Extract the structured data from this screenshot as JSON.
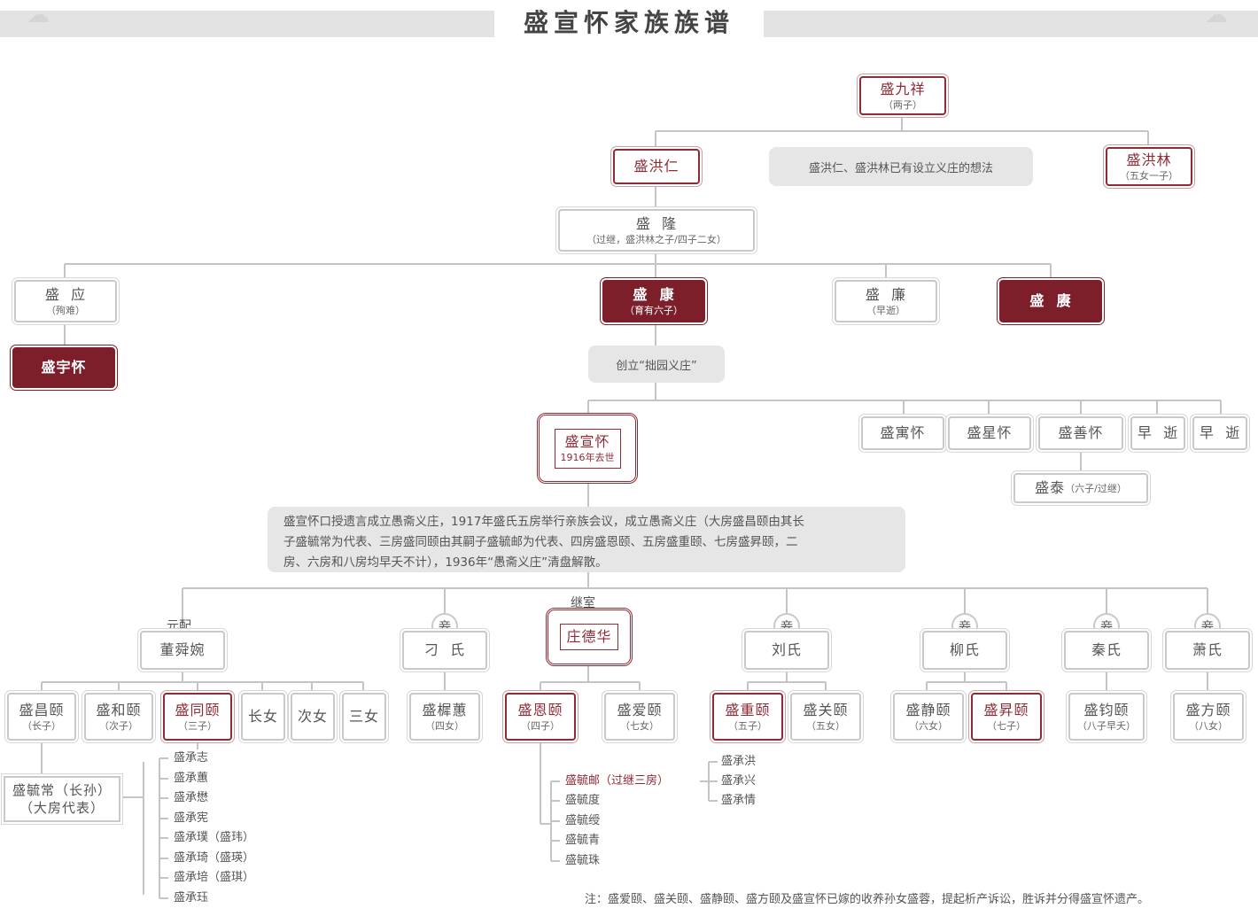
{
  "title": "盛宣怀家族族谱",
  "ancestor": {
    "name": "盛九祥",
    "note": "（两子）"
  },
  "gen2": {
    "left": {
      "name": "盛洪仁"
    },
    "right": {
      "name": "盛洪林",
      "note": "（五女一子）"
    },
    "note": "盛洪仁、盛洪林已有设立义庄的想法"
  },
  "gen3": {
    "name": "盛  隆",
    "note": "（过继，盛洪林之子/四子二女）"
  },
  "gen4": [
    {
      "name": "盛  应",
      "note": "（殉难）"
    },
    {
      "name": "盛  康",
      "note": "（育有六子）"
    },
    {
      "name": "盛  廉",
      "note": "（早逝）"
    },
    {
      "name": "盛  赓"
    }
  ],
  "yuhuai": {
    "name": "盛宇怀"
  },
  "kang_note": "创立“拙园义庄”",
  "xuanhuai": {
    "name": "盛宣怀",
    "note": "1916年去世"
  },
  "siblings": [
    {
      "name": "盛寓怀"
    },
    {
      "name": "盛星怀"
    },
    {
      "name": "盛善怀"
    },
    {
      "name": "早  逝"
    },
    {
      "name": "早  逝"
    }
  ],
  "shantai": {
    "name": "盛泰",
    "note": "（六子/过继）"
  },
  "big_note": {
    "line1": "盛宣怀口授遗言成立愚斋义庄，1917年盛氏五房举行亲族会议，成立愚斋义庄（大房盛昌颐由其长",
    "line2": "子盛毓常为代表、三房盛同颐由其嗣子盛毓邮为代表、四房盛恩颐、五房盛重颐、七房盛昇颐，二",
    "line3": "房、六房和八房均早夭不计），1936年“愚斋义庄”清盘解散。"
  },
  "wives": [
    {
      "title": "元配",
      "name": "董舜婉"
    },
    {
      "title": "妾",
      "name": "刁  氏"
    },
    {
      "title": "继室",
      "name": "庄德华"
    },
    {
      "title": "妾",
      "name": "刘氏"
    },
    {
      "title": "妾",
      "name": "柳氏"
    },
    {
      "title": "妾",
      "name": "秦氏"
    },
    {
      "title": "妾",
      "name": "萧氏"
    }
  ],
  "children": [
    {
      "name": "盛昌颐",
      "note": "（长子）"
    },
    {
      "name": "盛和颐",
      "note": "（次子）"
    },
    {
      "name": "盛同颐",
      "note": "（三子）"
    },
    {
      "name": "长女"
    },
    {
      "name": "次女"
    },
    {
      "name": "三女"
    },
    {
      "name": "盛樨蕙",
      "note": "（四女）"
    },
    {
      "name": "盛恩颐",
      "note": "（四子）"
    },
    {
      "name": "盛爱颐",
      "note": "（七女）"
    },
    {
      "name": "盛重颐",
      "note": "（五子）"
    },
    {
      "name": "盛关颐",
      "note": "（五女）"
    },
    {
      "name": "盛静颐",
      "note": "（六女）"
    },
    {
      "name": "盛昇颐",
      "note": "（七子）"
    },
    {
      "name": "盛钧颐",
      "note": "（八子早夭）"
    },
    {
      "name": "盛方颐",
      "note": "（八女）"
    }
  ],
  "grandson": {
    "line1": "盛毓常（长孙）",
    "line2": "（大房代表）"
  },
  "tongyi_sons": [
    "盛承志",
    "盛承蕙",
    "盛承懋",
    "盛承宪",
    "盛承璞（盛玮）",
    "盛承琦（盛瑛）",
    "盛承培（盛琪）",
    "盛承珏"
  ],
  "enyi_sons": [
    "盛毓邮（过继三房）",
    "盛毓度",
    "盛毓绶",
    "盛毓青",
    "盛毓珠"
  ],
  "youyou_sons": [
    "盛承洪",
    "盛承兴",
    "盛承情"
  ],
  "footnote": "注：盛爱颐、盛关颐、盛静颐、盛方颐及盛宣怀已嫁的收养孙女盛蓉，提起析产诉讼，胜诉并分得盛宣怀遗产。"
}
